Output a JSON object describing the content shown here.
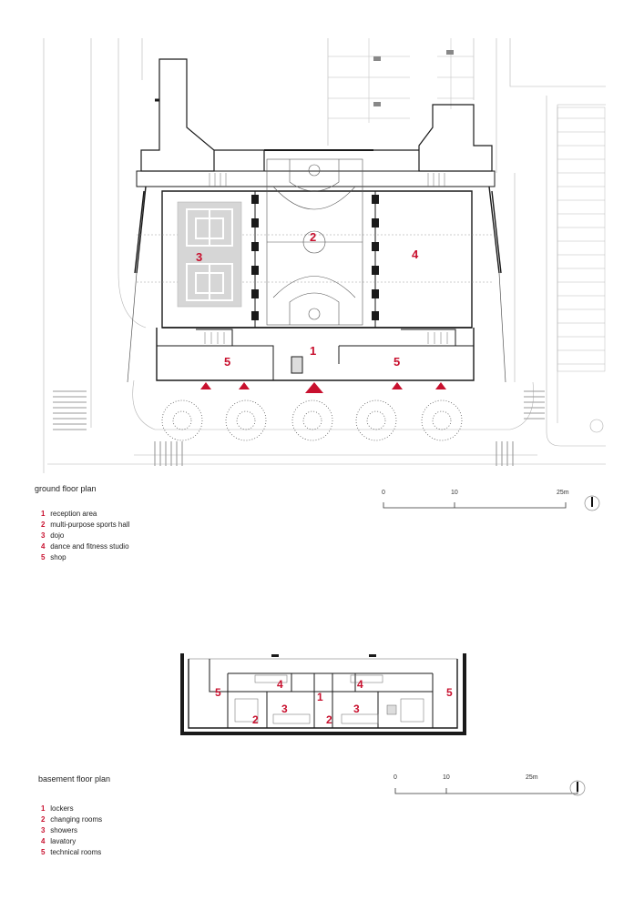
{
  "ground": {
    "title": "ground floor plan",
    "legend": [
      {
        "num": "1",
        "label": "reception area"
      },
      {
        "num": "2",
        "label": "multi-purpose sports hall"
      },
      {
        "num": "3",
        "label": "dojo"
      },
      {
        "num": "4",
        "label": "dance and fitness studio"
      },
      {
        "num": "5",
        "label": "shop"
      }
    ],
    "scale": {
      "start": "0",
      "mid": "10",
      "end": "25m"
    },
    "room_labels": [
      "1",
      "2",
      "3",
      "4",
      "5",
      "5"
    ]
  },
  "basement": {
    "title": "basement floor plan",
    "legend": [
      {
        "num": "1",
        "label": "lockers"
      },
      {
        "num": "2",
        "label": "changing rooms"
      },
      {
        "num": "3",
        "label": "showers"
      },
      {
        "num": "4",
        "label": "lavatory"
      },
      {
        "num": "5",
        "label": "technical rooms"
      }
    ],
    "scale": {
      "start": "0",
      "mid": "10",
      "end": "25m"
    },
    "room_labels": [
      "1",
      "2",
      "2",
      "3",
      "3",
      "4",
      "4",
      "5",
      "5"
    ]
  },
  "colors": {
    "accent": "#c8102e",
    "line": "#1a1a1a",
    "light": "#9a9a9a",
    "court": "#d6d6d6"
  }
}
